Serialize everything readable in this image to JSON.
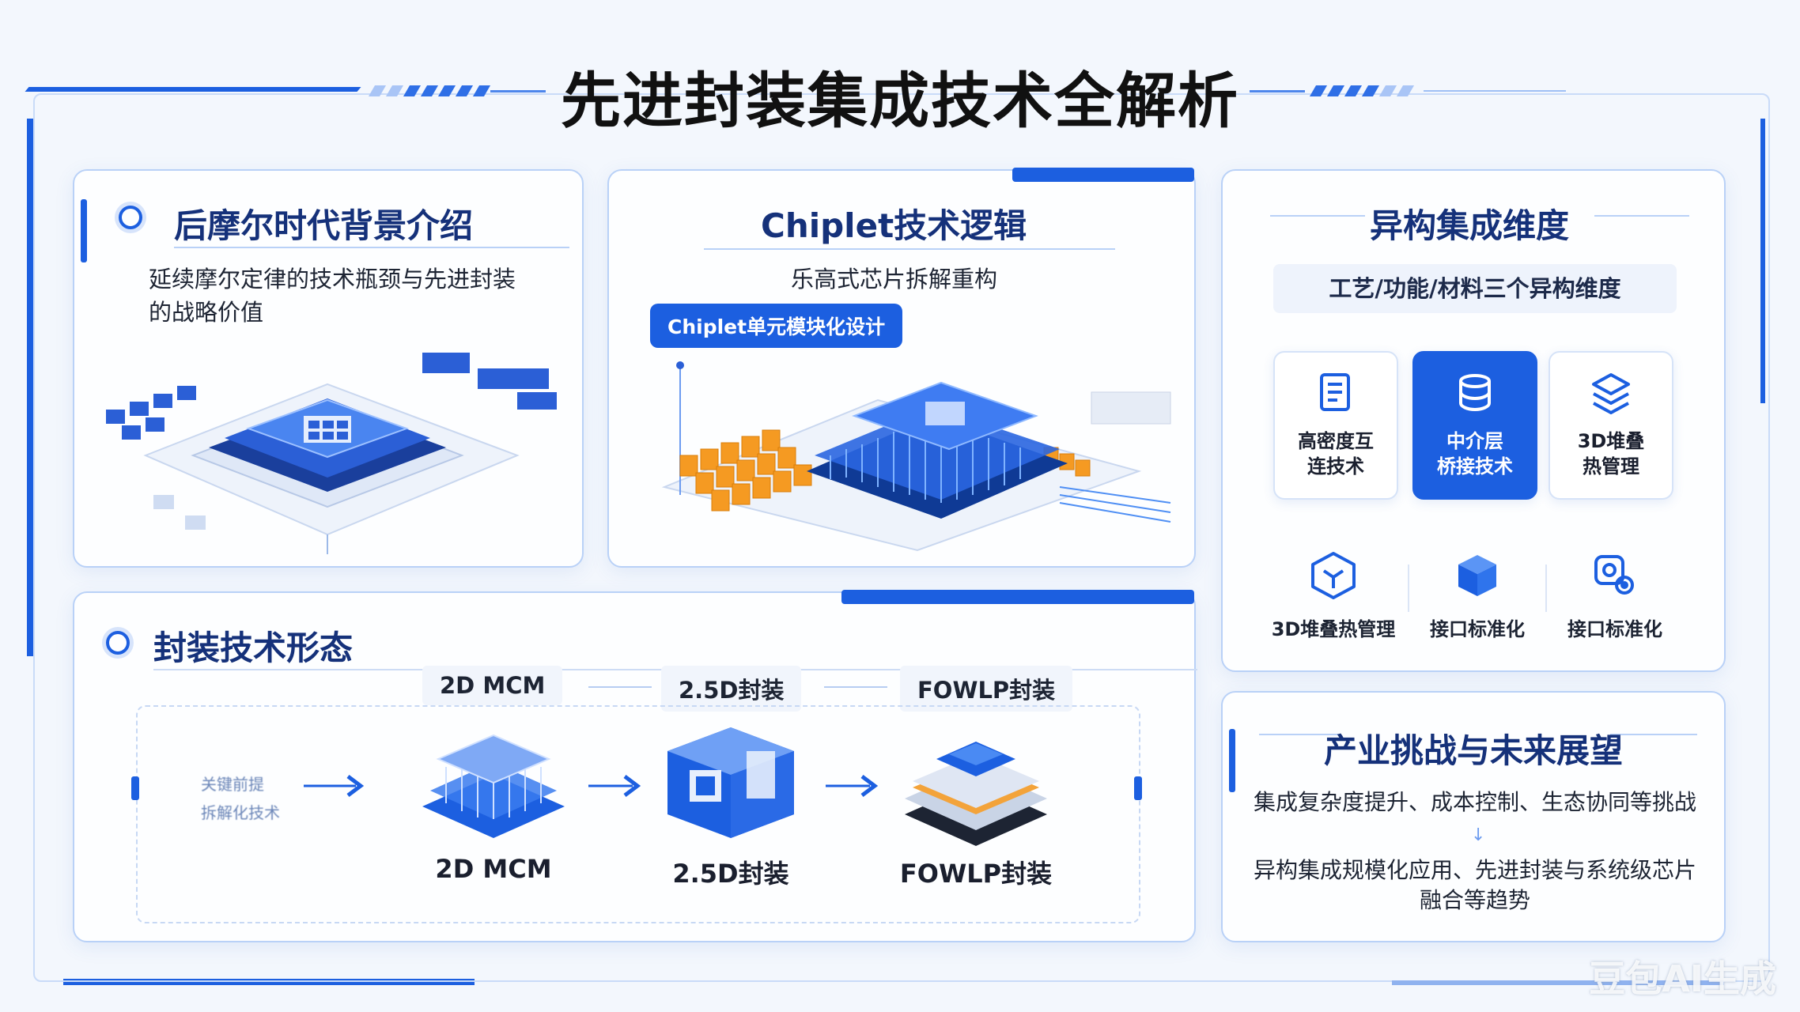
{
  "title": "先进封装集成技术全解析",
  "panel_moore": {
    "heading": "后摩尔时代背景介绍",
    "desc_line1": "延续摩尔定律的技术瓶颈与先进封装",
    "desc_line2": "的战略价值"
  },
  "panel_chiplet": {
    "heading": "Chiplet技术逻辑",
    "desc": "乐高式芯片拆解重构",
    "badge": "Chiplet单元模块化设计"
  },
  "panel_hetero": {
    "heading": "异构集成维度",
    "subtitle": "工艺/功能/材料三个异构维度",
    "cards": [
      {
        "line1": "高密度互",
        "line2": "连技术",
        "icon": "layers-doc-icon",
        "active": false
      },
      {
        "line1": "中介层",
        "line2": "桥接技术",
        "icon": "database-icon",
        "active": true
      },
      {
        "line1": "3D堆叠",
        "line2": "热管理",
        "icon": "stack-icon",
        "active": false
      }
    ],
    "items": [
      {
        "label": "3D堆叠热管理",
        "icon": "shield-hex-icon"
      },
      {
        "label": "接口标准化",
        "icon": "cube-icon"
      },
      {
        "label": "接口标准化",
        "icon": "interface-icon"
      }
    ]
  },
  "panel_package": {
    "heading": "封装技术形态",
    "top_labels": [
      "2D MCM",
      "2.5D封装",
      "FOWLP封装"
    ],
    "bottom_labels": [
      "2D MCM",
      "2.5D封装",
      "FOWLP封装"
    ],
    "side_text_line1": "关键前提",
    "side_text_line2": "拆解化技术"
  },
  "panel_future": {
    "heading": "产业挑战与未来展望",
    "line1": "集成复杂度提升、成本控制、生态协同等挑战",
    "line2": "异构集成规模化应用、先进封装与系统级芯片",
    "line3": "融合等趋势"
  },
  "watermark": "豆包AI生成",
  "colors": {
    "accent": "#1c5fe0",
    "light": "#b9d1f7",
    "orange": "#f59a22"
  }
}
